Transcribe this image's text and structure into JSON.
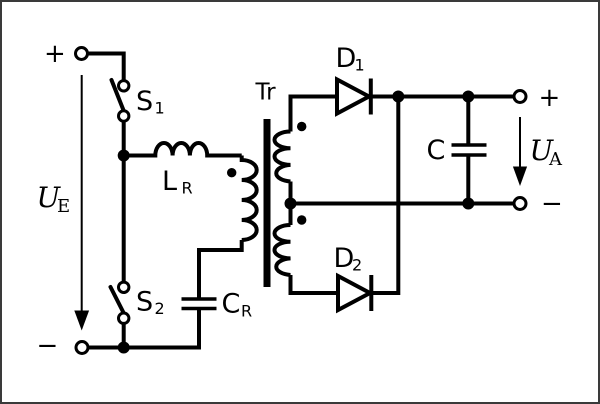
{
  "figure": {
    "kind": "circuit-schematic",
    "description": "Resonant push-pull converter: input source with two switches, resonant inductor and capacitor, transformer with center-tapped secondary, two rectifier diodes and output filter capacitor"
  },
  "colors": {
    "ink": "#000000",
    "background": "#ffffff",
    "frame": "#3a3a3a"
  },
  "labels": {
    "input_plus": "+",
    "input_minus": "−",
    "input_voltage_main": "U",
    "input_voltage_sub": "E",
    "switch1_main": "S",
    "switch1_sub": "1",
    "switch2_main": "S",
    "switch2_sub": "2",
    "inductor_main": "L",
    "inductor_sub": "R",
    "res_cap_main": "C",
    "res_cap_sub": "R",
    "transformer": "Tr",
    "diode1_main": "D",
    "diode1_sub": "1",
    "diode2_main": "D",
    "diode2_sub": "2",
    "filter_cap": "C",
    "output_plus": "+",
    "output_minus": "−",
    "output_voltage_main": "U",
    "output_voltage_sub": "A"
  }
}
